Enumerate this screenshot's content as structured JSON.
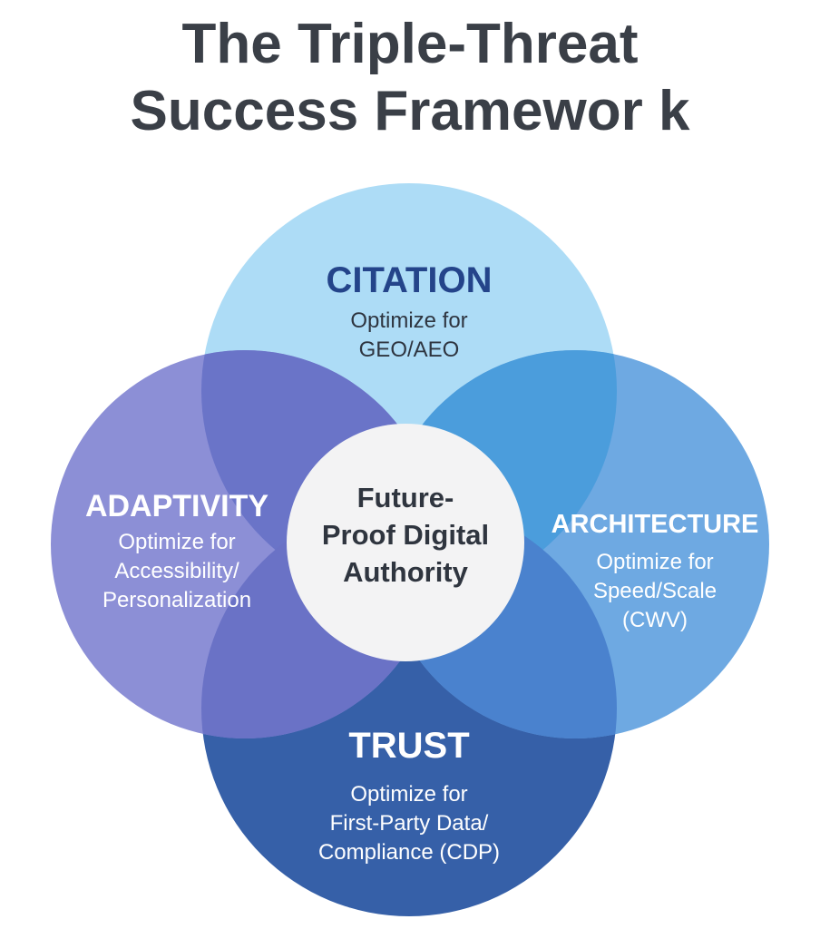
{
  "title": {
    "line1": "The Triple-Threat",
    "line2": "Success Framewor k"
  },
  "center": {
    "lines": [
      "Future-",
      "Proof Digital",
      "Authority"
    ]
  },
  "pillars": {
    "citation": {
      "heading": "CITATION",
      "lines": [
        "Optimize for",
        "GEO/AEO"
      ],
      "color": "#addcf6"
    },
    "adaptivity": {
      "heading": "ADAPTIVITY",
      "lines": [
        "Optimize for",
        "Accessibility/",
        "Personalization"
      ],
      "color": "#8c8fd6"
    },
    "architecture": {
      "heading": "ARCHITECTURE",
      "lines": [
        "Optimize for",
        "Speed/Scale",
        "(CWV)"
      ],
      "color": "#6ea9e2"
    },
    "trust": {
      "heading": "TRUST",
      "lines": [
        "Optimize for",
        "First-Party Data/",
        "Compliance (CDP)"
      ],
      "color": "#3660a8"
    }
  },
  "overlap_colors": {
    "citation_adaptivity": "#6a74c8",
    "citation_architecture": "#4b9ddc",
    "trust_adaptivity": "#6a72c6",
    "trust_architecture": "#4a82ce",
    "center": "#f3f3f4"
  }
}
